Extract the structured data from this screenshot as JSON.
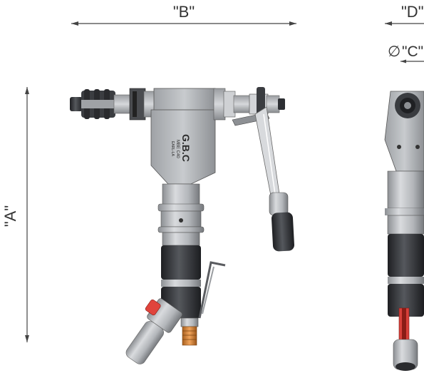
{
  "dimensions": {
    "a_label": "\"A\"",
    "b_label": "\"B\"",
    "c_label": "\"C\"",
    "c_symbol": "∅",
    "d_label": "\"D\""
  },
  "machine": {
    "brand": "G.B.C",
    "model": "MBE C40",
    "sub": "EARL-LA"
  },
  "colors": {
    "handle_red": "#e0443c",
    "fitting_orange": "#d98a3a",
    "body_gray": "#b9bcc0",
    "dark_band": "#2d2f33"
  }
}
